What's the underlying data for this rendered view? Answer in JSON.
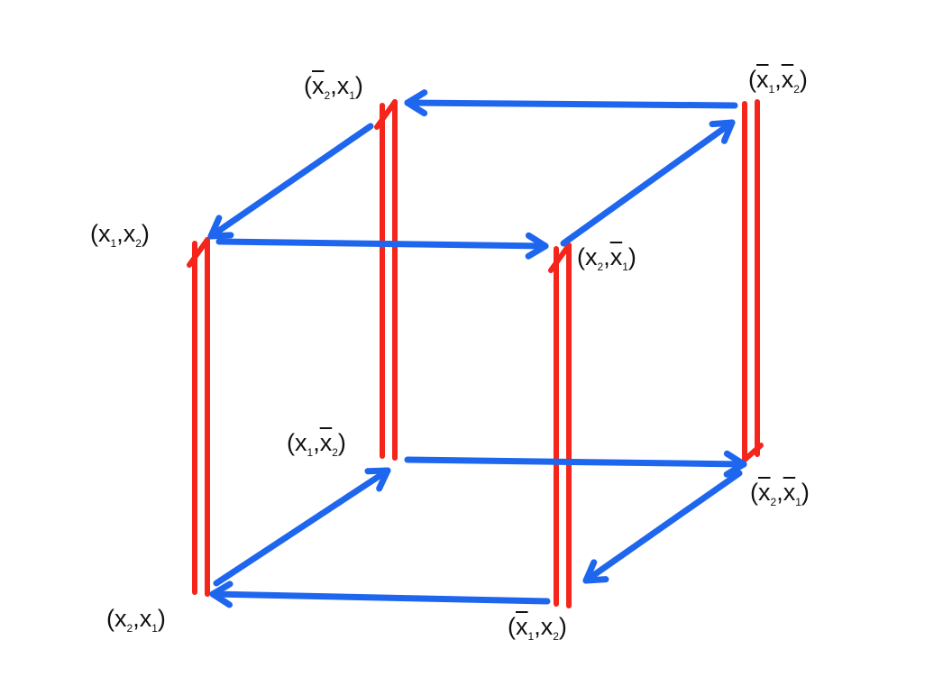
{
  "colors": {
    "blue": "#1f66ee",
    "red": "#f5251b",
    "background": "#ffffff",
    "text": "#111111"
  },
  "vertices": {
    "top_back_left": {
      "label": "(x̄2,x1)",
      "base1": "x",
      "sub1": "2",
      "bar1": true,
      "base2": "x",
      "sub2": "1",
      "bar2": false
    },
    "top_back_right": {
      "label": "(x̄1,x̄2)",
      "base1": "x",
      "sub1": "1",
      "bar1": true,
      "base2": "x",
      "sub2": "2",
      "bar2": true
    },
    "top_front_left": {
      "label": "(x1,x2)",
      "base1": "x",
      "sub1": "1",
      "bar1": false,
      "base2": "x",
      "sub2": "2",
      "bar2": false
    },
    "top_front_right": {
      "label": "(x2,x̄1)",
      "base1": "x",
      "sub1": "2",
      "bar1": false,
      "base2": "x",
      "sub2": "1",
      "bar2": true
    },
    "bot_back_left": {
      "label": "(x1,x̄2)",
      "base1": "x",
      "sub1": "1",
      "bar1": false,
      "base2": "x",
      "sub2": "2",
      "bar2": true
    },
    "bot_back_right": {
      "label": "(x̄2,x̄1)",
      "base1": "x",
      "sub1": "2",
      "bar1": true,
      "base2": "x",
      "sub2": "1",
      "bar2": true
    },
    "bot_front_left": {
      "label": "(x2,x1)",
      "base1": "x",
      "sub1": "2",
      "bar1": false,
      "base2": "x",
      "sub2": "1",
      "bar2": false
    },
    "bot_front_right": {
      "label": "(x̄1,x2)",
      "base1": "x",
      "sub1": "1",
      "bar1": true,
      "base2": "x",
      "sub2": "2",
      "bar2": false
    }
  },
  "blue_edges": [
    {
      "from": "top_back_right",
      "to": "top_back_left"
    },
    {
      "from": "top_back_left",
      "to": "top_front_left"
    },
    {
      "from": "top_front_left",
      "to": "top_front_right"
    },
    {
      "from": "top_front_right",
      "to": "top_back_right"
    },
    {
      "from": "bot_back_left",
      "to": "bot_back_right"
    },
    {
      "from": "bot_back_right",
      "to": "bot_front_right"
    },
    {
      "from": "bot_front_right",
      "to": "bot_front_left"
    },
    {
      "from": "bot_front_left",
      "to": "bot_back_left"
    }
  ],
  "red_edges": [
    {
      "from": "bot_front_left",
      "to": "top_front_left",
      "direction": "up"
    },
    {
      "from": "bot_back_left",
      "to": "top_back_left",
      "direction": "up"
    },
    {
      "from": "bot_front_right",
      "to": "top_front_right",
      "direction": "up"
    },
    {
      "from": "top_back_right",
      "to": "bot_back_right",
      "direction": "down"
    }
  ]
}
